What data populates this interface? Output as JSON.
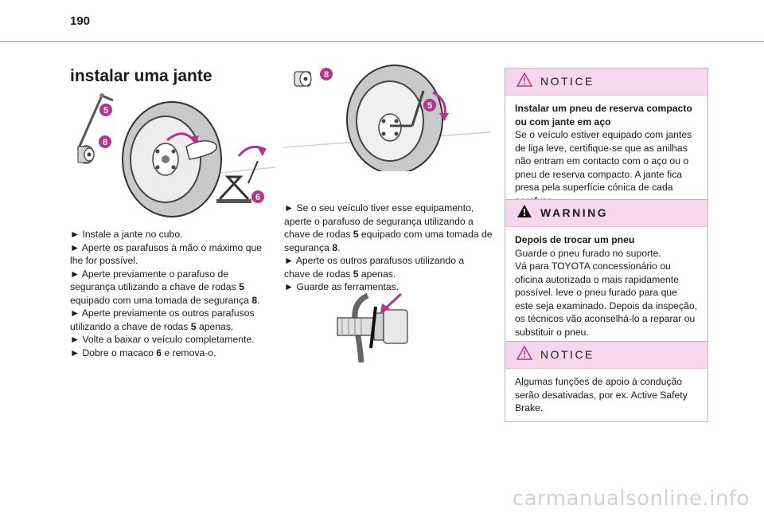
{
  "page": {
    "number": "190"
  },
  "section": {
    "title": "instalar uma jante"
  },
  "figure_labels": {
    "five": "5",
    "six": "6",
    "eight": "8"
  },
  "left_column": {
    "lines": [
      "► Instale a jante no cubo.",
      "► Aperte os parafusos à mão o máximo que lhe for possível.",
      "► Aperte previamente o parafuso de segurança utilizando a chave de rodas {5} equipado com uma tomada de segurança {8}.",
      "► Aperte previamente os outros parafusos utilizando a chave de rodas {5} apenas.",
      "► Volte a baixar o veículo completamente.",
      "► Dobre o macaco {6} e remova-o."
    ]
  },
  "middle_column": {
    "lines": [
      "► Se o seu veículo tiver esse equipamento, aperte o parafuso de segurança utilizando a chave de rodas {5} equipado com uma tomada de segurança {8}.",
      "► Aperte os outros parafusos utilizando a chave de rodas {5} apenas.",
      "► Guarde as ferramentas."
    ]
  },
  "callouts": [
    {
      "type_label": "NOTICE",
      "heading": "Instalar um pneu de reserva compacto ou com jante em aço",
      "body": "Se o veículo estiver equipado com jantes de liga leve, certifique-se que as anilhas não entram em contacto com o aço ou o pneu de reserva compacto. A jante fica presa pela superfície cónica de cada parafuso."
    },
    {
      "type_label": "WARNING",
      "heading": "Depois de trocar um pneu",
      "body": "Guarde o pneu furado no suporte.\nVá para TOYOTA concessionário ou oficina autorizada o mais rapidamente possível. leve o pneu furado para que este seja examinado. Depois da inspeção, os técnicos vão aconselhá-lo a reparar ou substituir o pneu."
    },
    {
      "type_label": "NOTICE",
      "heading": "",
      "body": "Algumas funções de apoio à condução serão desativadas, por ex. Active Safety Brake."
    }
  ],
  "watermark": {
    "text": "carmanualsonline.info"
  },
  "colors": {
    "accent": "#b5338a",
    "callout_header": "#f6d7ee",
    "warning_icon": "#111111"
  }
}
